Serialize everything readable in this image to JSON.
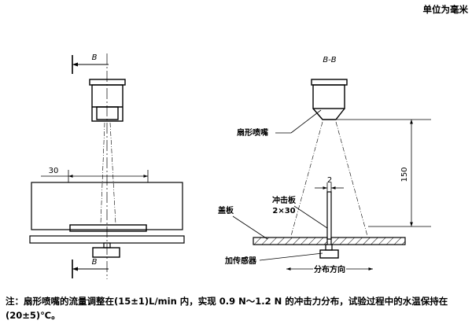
{
  "header": {
    "unit_note": "单位为毫米"
  },
  "left_view": {
    "section_marker_top": "B",
    "section_marker_bottom": "B",
    "width_dimension": "30"
  },
  "right_view": {
    "section_title": "B-B",
    "nozzle_label": "扇形喷嘴",
    "height_dimension": "150",
    "gap_dimension": "2",
    "impact_plate_label": "冲击板",
    "impact_plate_size": "2×30",
    "cover_plate_label": "盖板",
    "sensor_label": "加传感器",
    "direction_label": "分布方向"
  },
  "note": {
    "text": "注：扇形喷嘴的流量调整在(15±1)L/min 内，实现 0.9 N～1.2 N 的冲击力分布，试验过程中的水温保持在(20±5)℃。"
  }
}
